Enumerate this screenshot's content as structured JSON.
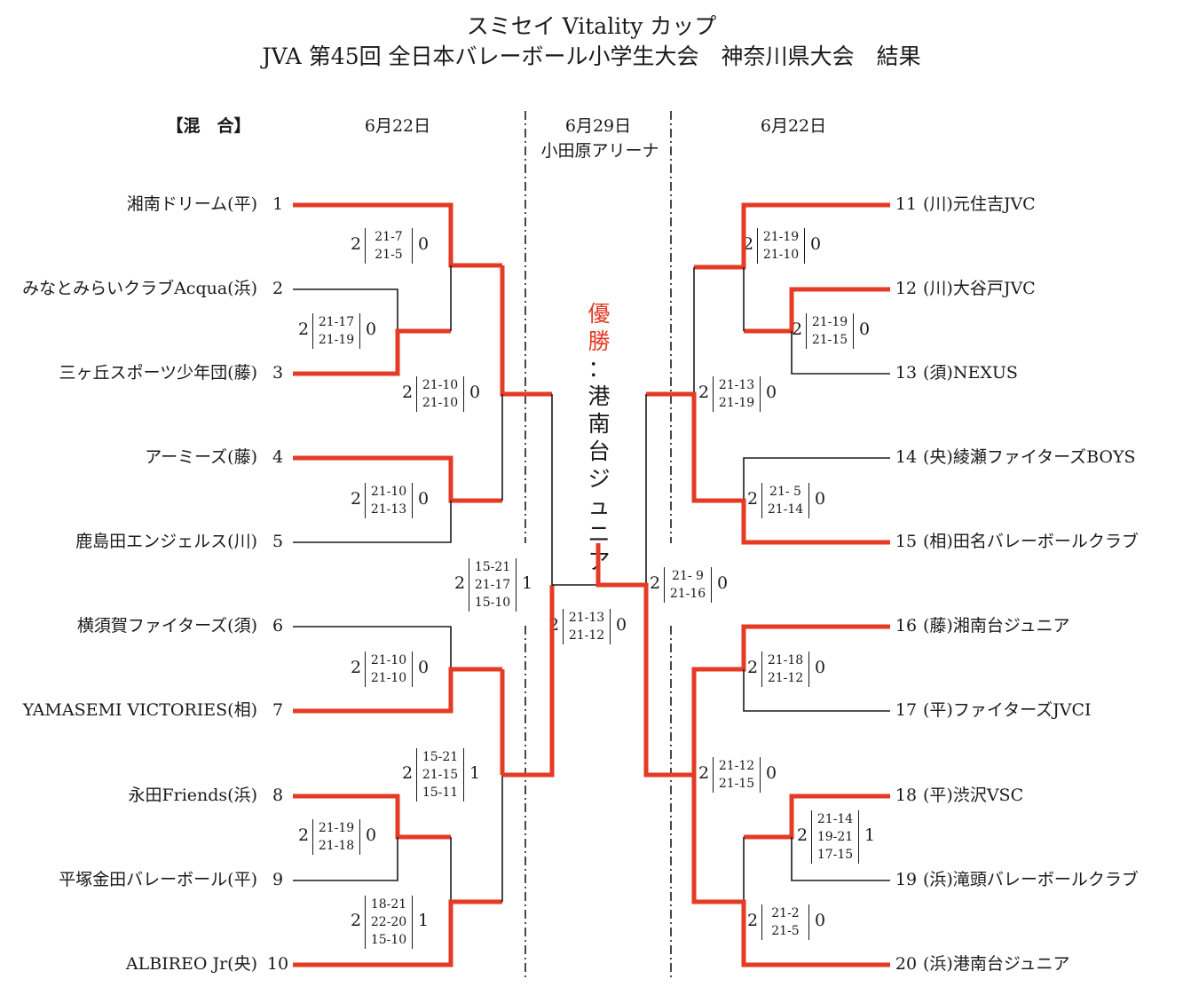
{
  "title_line1": "スミセイ Vitality カップ",
  "title_line2": "JVA 第45回 全日本バレーボール小学生大会　神奈川県大会　結果",
  "headers": {
    "division": "【混　合】",
    "date_left": "6月22日",
    "date_center": "6月29日",
    "venue_center": "小田原アリーナ",
    "date_right": "6月22日"
  },
  "winner": {
    "label_1": "優",
    "label_2": "勝",
    "sep": "：",
    "name_chars": [
      "港",
      "南",
      "台",
      "ジ",
      "ュ",
      "ニ",
      "ア"
    ]
  },
  "teams_left": [
    {
      "no": "1",
      "name": "湘南ドリーム(平)"
    },
    {
      "no": "2",
      "name": "みなとみらいクラブAcqua(浜)"
    },
    {
      "no": "3",
      "name": "三ヶ丘スポーツ少年団(藤)"
    },
    {
      "no": "4",
      "name": "アーミーズ(藤)"
    },
    {
      "no": "5",
      "name": "鹿島田エンジェルス(川)"
    },
    {
      "no": "6",
      "name": "横須賀ファイターズ(須)"
    },
    {
      "no": "7",
      "name": "YAMASEMI VICTORIES(相)"
    },
    {
      "no": "8",
      "name": "永田Friends(浜)"
    },
    {
      "no": "9",
      "name": "平塚金田バレーボール(平)"
    },
    {
      "no": "10",
      "name": "ALBIREO Jr(央)"
    }
  ],
  "teams_right": [
    {
      "no": "11",
      "name": "(川)元住吉JVC"
    },
    {
      "no": "12",
      "name": "(川)大谷戸JVC"
    },
    {
      "no": "13",
      "name": "(須)NEXUS"
    },
    {
      "no": "14",
      "name": "(央)綾瀬ファイターズBOYS"
    },
    {
      "no": "15",
      "name": "(相)田名バレーボールクラブ"
    },
    {
      "no": "16",
      "name": "(藤)湘南台ジュニア"
    },
    {
      "no": "17",
      "name": "(平)ファイターズJVCI"
    },
    {
      "no": "18",
      "name": "(平)渋沢VSC"
    },
    {
      "no": "19",
      "name": "(浜)滝頭バレーボールクラブ"
    },
    {
      "no": "20",
      "name": "(浜)港南台ジュニア"
    }
  ],
  "scores": {
    "m1": {
      "w": "2",
      "sets": [
        "21-7",
        "21-5"
      ],
      "l": "0"
    },
    "m23": {
      "w": "2",
      "sets": [
        "21-17",
        "21-19"
      ],
      "l": "0"
    },
    "mA": {
      "w": "2",
      "sets": [
        "21-10",
        "21-10"
      ],
      "l": "0"
    },
    "m45": {
      "w": "2",
      "sets": [
        "21-10",
        "21-13"
      ],
      "l": "0"
    },
    "mSL": {
      "w": "2",
      "sets": [
        "15-21",
        "21-17",
        "15-10"
      ],
      "l": "1"
    },
    "m67": {
      "w": "2",
      "sets": [
        "21-10",
        "21-10"
      ],
      "l": "0"
    },
    "mB": {
      "w": "2",
      "sets": [
        "15-21",
        "21-15",
        "15-11"
      ],
      "l": "1"
    },
    "m89": {
      "w": "2",
      "sets": [
        "21-19",
        "21-18"
      ],
      "l": "0"
    },
    "m10": {
      "w": "2",
      "sets": [
        "18-21",
        "22-20",
        "15-10"
      ],
      "l": "1"
    },
    "mF": {
      "w": "2",
      "sets": [
        "21-13",
        "21-12"
      ],
      "l": "0"
    },
    "m11": {
      "w": "2",
      "sets": [
        "21-19",
        "21-10"
      ],
      "l": "0"
    },
    "m1213": {
      "w": "2",
      "sets": [
        "21-19",
        "21-15"
      ],
      "l": "0"
    },
    "mC": {
      "w": "2",
      "sets": [
        "21-13",
        "21-19"
      ],
      "l": "0"
    },
    "m1415": {
      "w": "2",
      "sets": [
        "21- 5",
        "21-14"
      ],
      "l": "0"
    },
    "mSR": {
      "w": "2",
      "sets": [
        "21- 9",
        "21-16"
      ],
      "l": "0"
    },
    "m1617": {
      "w": "2",
      "sets": [
        "21-18",
        "21-12"
      ],
      "l": "0"
    },
    "mD": {
      "w": "2",
      "sets": [
        "21-12",
        "21-15"
      ],
      "l": "0"
    },
    "m1819": {
      "w": "2",
      "sets": [
        "21-14",
        "19-21",
        "17-15"
      ],
      "l": "1"
    },
    "m20": {
      "w": "2",
      "sets": [
        "21-2",
        "21-5"
      ],
      "l": "0"
    }
  },
  "colors": {
    "win_line": "#e53a24",
    "line": "#1a1a1a"
  }
}
